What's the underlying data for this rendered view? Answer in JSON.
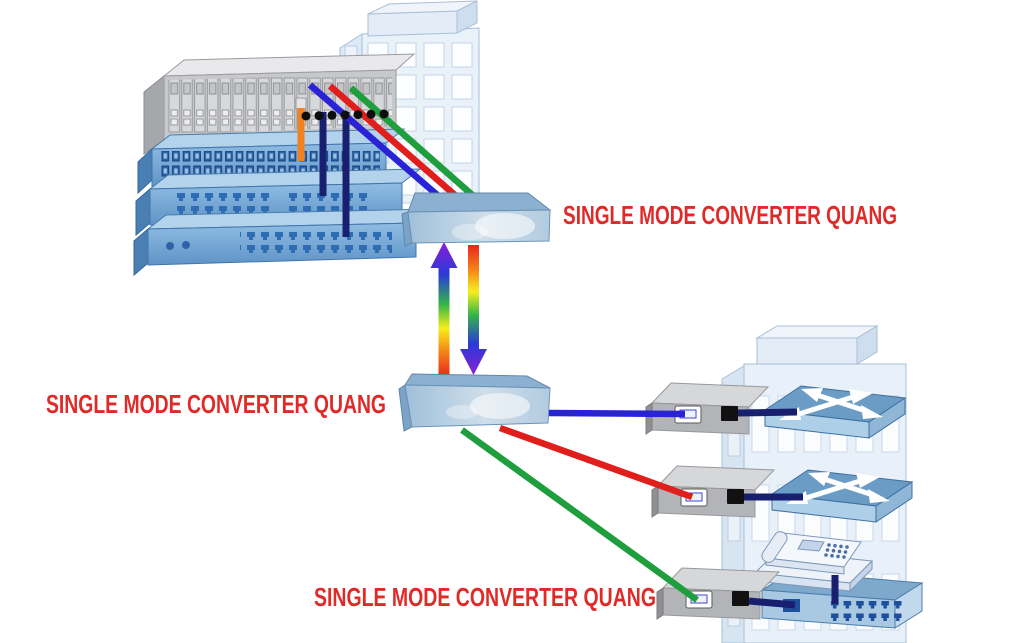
{
  "labels": {
    "top": "SINGLE MODE CONVERTER QUANG",
    "middle": "SINGLE MODE CONVERTER QUANG",
    "bottom": "SINGLE MODE CONVERTER QUANG"
  },
  "colors": {
    "label_red": "#e02a28",
    "fiber_blue": "#2a23d6",
    "fiber_red": "#e01f1c",
    "fiber_green": "#1e9e3c",
    "patch_orange": "#f08221",
    "copper_navy": "#181f6e",
    "rainbow_link": [
      "#e8251d",
      "#f57f17",
      "#f6ee1e",
      "#33b44a",
      "#2a3ad8",
      "#8a1ed5"
    ],
    "device_blue": "#6b9cc6",
    "building_fill": "#e9f1f9"
  },
  "icons": {
    "left_building": "office-building-icon",
    "right_building": "office-building-icon",
    "converter_chassis": "media-converter-rack-chassis-icon",
    "patch_panel": "fiber-patch-panel-icon",
    "switch_a": "ethernet-switch-icon",
    "switch_b": "ethernet-switch-icon",
    "converter_top_box": "fiber-converter-box-icon",
    "converter_bottom_box": "fiber-converter-box-icon",
    "media_converter_1": "media-converter-icon",
    "media_converter_2": "media-converter-icon",
    "media_converter_3": "media-converter-icon",
    "lan_switch_1": "cisco-switch-icon",
    "lan_switch_2": "cisco-switch-icon",
    "desk_phone": "desk-phone-icon",
    "lan_hub": "ethernet-hub-icon",
    "fiber_uplink": "rainbow-fiber-arrows-icon"
  }
}
